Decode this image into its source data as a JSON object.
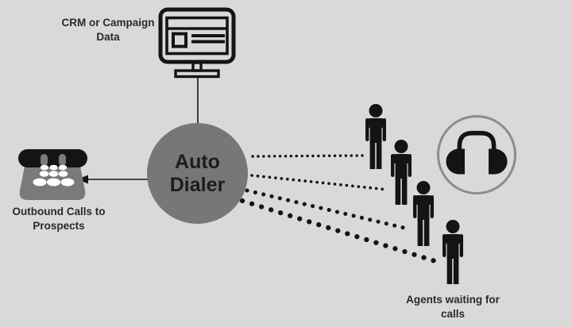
{
  "colors": {
    "background": "#d9d9d9",
    "dialer_circle": "#777777",
    "icon_black": "#141414",
    "phone_gray": "#7a7a7a",
    "keypad_white": "#ffffff",
    "headset_ring_gray": "#8c8c8c",
    "label_text": "#2a2a2a"
  },
  "nodes": {
    "crm": {
      "label_line1": "CRM or Campaign",
      "label_line2": "Data",
      "icon": "monitor-icon"
    },
    "outbound": {
      "label_line1": "Outbound Calls to",
      "label_line2": "Prospects",
      "icon": "telephone-icon"
    },
    "dialer": {
      "label_line1": "Auto",
      "label_line2": "Dialer",
      "shape": "gray-circle"
    },
    "agents": {
      "label_line1": "Agents waiting for",
      "label_line2": "calls",
      "icon": "person-icon",
      "agent_count": 4
    },
    "headset": {
      "icon": "headphones-icon"
    }
  },
  "connections": [
    {
      "from": "crm",
      "to": "dialer",
      "style": "solid-line"
    },
    {
      "from": "dialer",
      "to": "outbound",
      "style": "solid-line-arrow"
    },
    {
      "from": "dialer",
      "to": "agent-1",
      "style": "dotted-line"
    },
    {
      "from": "dialer",
      "to": "agent-2",
      "style": "dotted-line"
    },
    {
      "from": "dialer",
      "to": "agent-3",
      "style": "dotted-line"
    },
    {
      "from": "dialer",
      "to": "agent-4",
      "style": "dotted-line"
    }
  ]
}
